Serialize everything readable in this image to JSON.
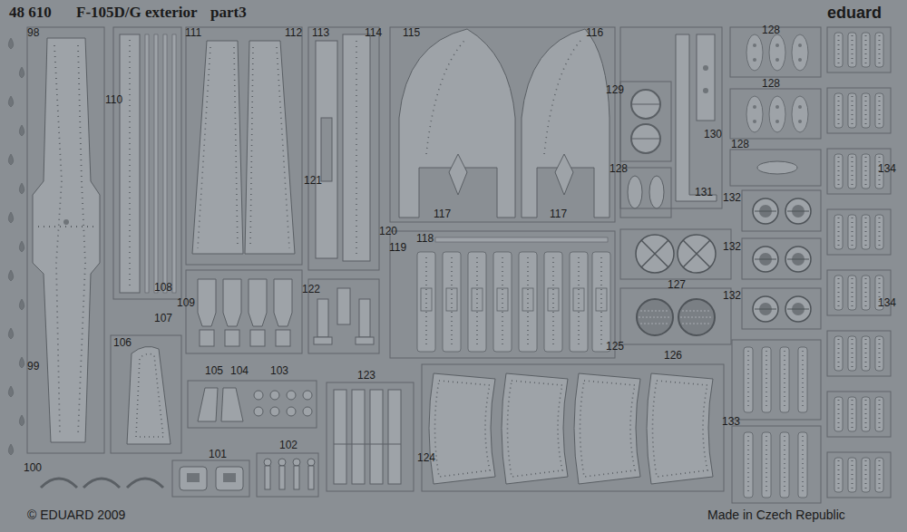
{
  "diagram": {
    "labels": [
      "48 610",
      "F-105D/G exterior",
      "part3",
      "eduard",
      "98",
      "110",
      "111",
      "112",
      "113",
      "114",
      "115",
      "116",
      "128",
      "128",
      "129",
      "130",
      "128",
      "128",
      "131",
      "132",
      "134",
      "121",
      "117",
      "117",
      "120",
      "118",
      "119",
      "132",
      "134",
      "108",
      "107",
      "109",
      "122",
      "132",
      "127",
      "125",
      "126",
      "106",
      "99",
      "105",
      "104",
      "103",
      "123",
      "133",
      "124",
      "101",
      "102",
      "100",
      "© EDUARD 2009",
      "Made in Czech Republic"
    ]
  }
}
